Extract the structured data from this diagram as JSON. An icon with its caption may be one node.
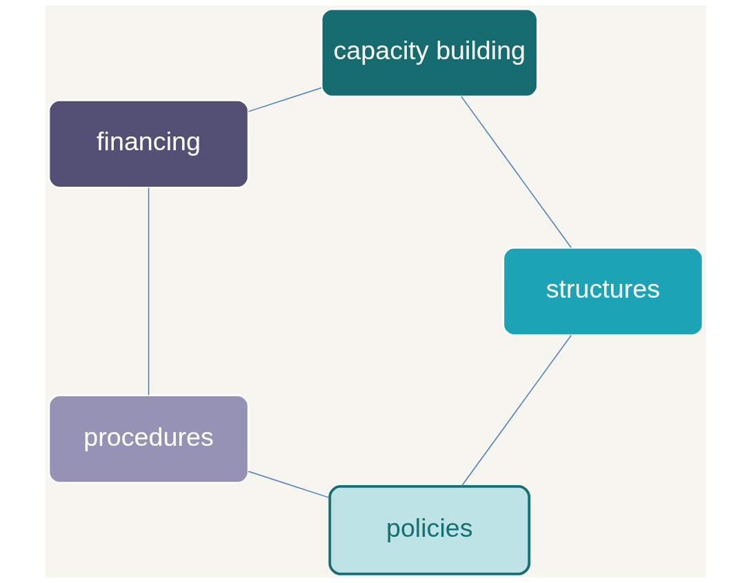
{
  "diagram": {
    "nodes": [
      {
        "text": [
          "policies"
        ]
      },
      {
        "text": [
          "procedures"
        ]
      },
      {
        "text": [
          "financing"
        ]
      },
      {
        "text": [
          "capacity building"
        ]
      },
      {
        "text": [
          "structures"
        ]
      }
    ],
    "edges": [
      {
        "from": 0,
        "to": 1,
        "arrow": "none"
      },
      {
        "from": 1,
        "to": 2,
        "arrow": "none"
      },
      {
        "from": 2,
        "to": 3,
        "arrow": "none"
      },
      {
        "from": 3,
        "to": 4,
        "arrow": "none"
      },
      {
        "from": 4,
        "to": 0,
        "arrow": "none"
      }
    ]
  }
}
